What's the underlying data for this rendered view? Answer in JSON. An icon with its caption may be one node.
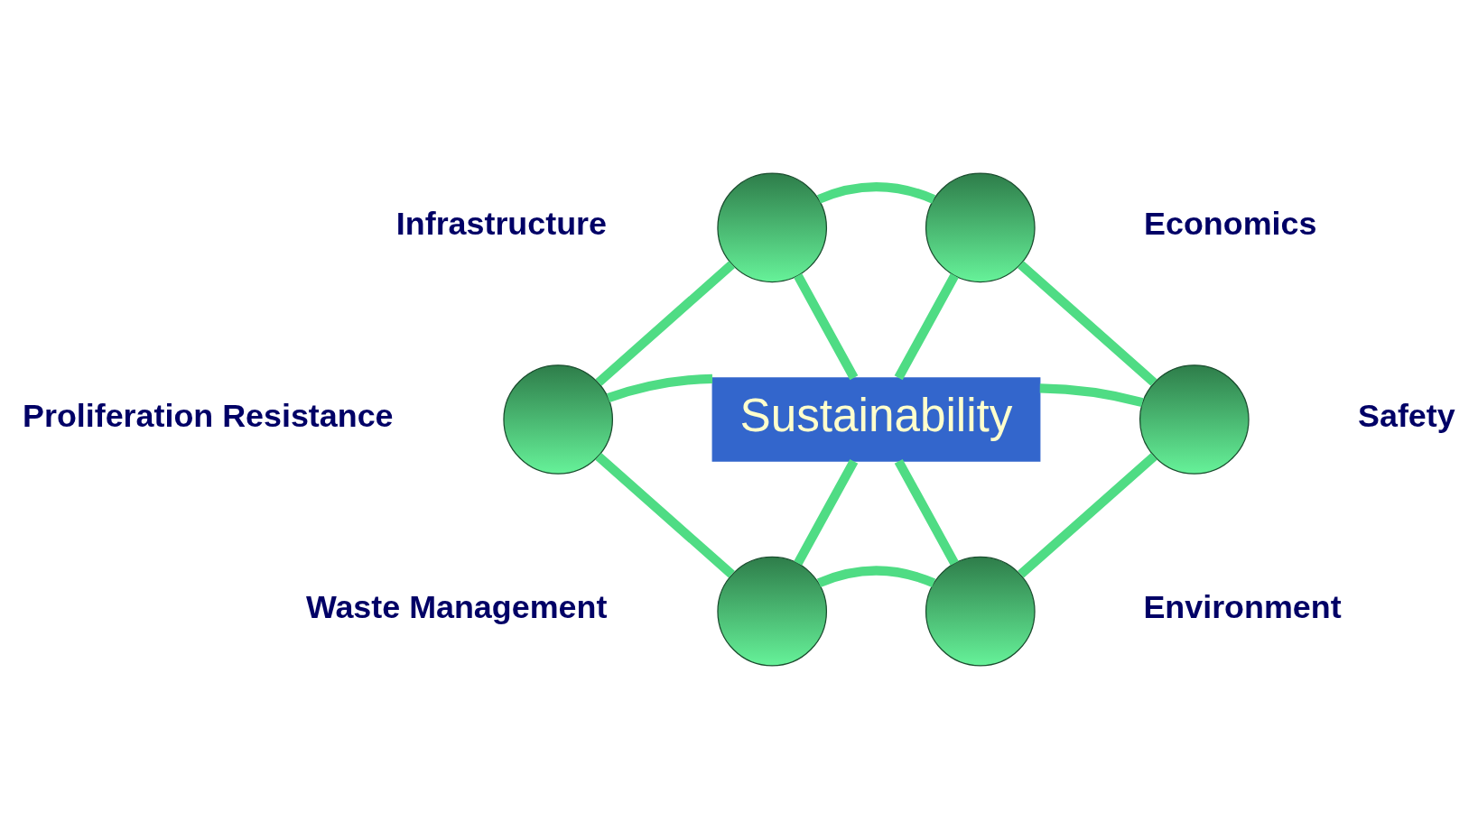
{
  "diagram": {
    "nodes": [
      {
        "text": [],
        "shape": "circle",
        "beside": [
          "Infrastructure"
        ]
      },
      {
        "text": [],
        "shape": "circle",
        "beside": [
          "Economics"
        ]
      },
      {
        "text": [],
        "shape": "circle",
        "beside": [
          "Proliferation Resistance"
        ]
      },
      {
        "text": [
          "Sustainability"
        ]
      },
      {
        "text": [],
        "shape": "circle",
        "beside": [
          "Safety"
        ]
      },
      {
        "text": [],
        "shape": "circle",
        "beside": [
          "Waste Management"
        ]
      },
      {
        "text": [],
        "shape": "circle",
        "beside": [
          "Environment"
        ]
      }
    ],
    "edges": [
      {
        "from": 0,
        "to": 1,
        "arrow": "none"
      },
      {
        "from": 1,
        "to": 4,
        "arrow": "none"
      },
      {
        "from": 4,
        "to": 6,
        "arrow": "none"
      },
      {
        "from": 5,
        "to": 6,
        "arrow": "none"
      },
      {
        "from": 2,
        "to": 5,
        "arrow": "none"
      },
      {
        "from": 0,
        "to": 2,
        "arrow": "none"
      },
      {
        "from": 0,
        "to": 3,
        "arrow": "none"
      },
      {
        "from": 1,
        "to": 3,
        "arrow": "none"
      },
      {
        "from": 2,
        "to": 3,
        "arrow": "none"
      },
      {
        "from": 3,
        "to": 4,
        "arrow": "none"
      },
      {
        "from": 3,
        "to": 5,
        "arrow": "none"
      },
      {
        "from": 3,
        "to": 6,
        "arrow": "none"
      }
    ]
  }
}
